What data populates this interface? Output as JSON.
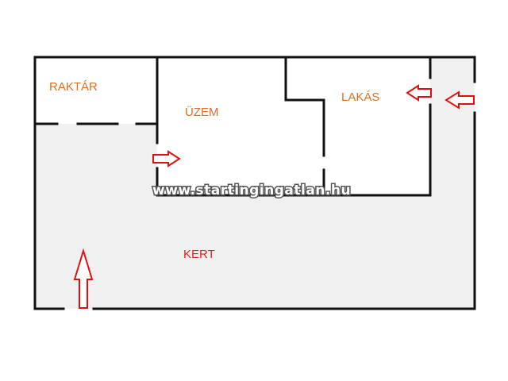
{
  "rooms": {
    "storage": {
      "label": "RAKTÁR"
    },
    "workshop": {
      "label": "ÜZEM"
    },
    "apartment": {
      "label": "LAKÁS"
    },
    "garden": {
      "label": "KERT"
    }
  },
  "watermark": {
    "text": "www.startingingatlan.hu"
  },
  "colors": {
    "wall": "#111111",
    "garden_fill": "#f0f0f0",
    "room_fill": "#ffffff",
    "label_orange": "#e07020",
    "label_red": "#e02020",
    "arrow_red": "#e01010"
  },
  "icons": {
    "entrance_arrows": [
      "arrow-right-icon",
      "arrow-left-icon",
      "arrow-left-icon",
      "arrow-up-icon"
    ]
  }
}
